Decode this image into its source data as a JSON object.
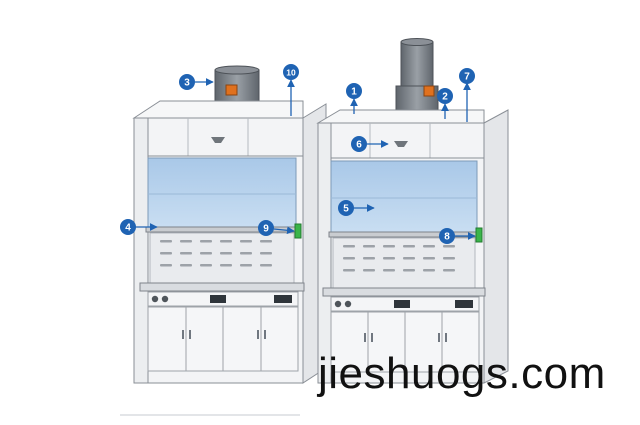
{
  "diagram": {
    "hoods": [
      {
        "name": "left-fume-hood",
        "fan_type": "short"
      },
      {
        "name": "right-fume-hood",
        "fan_type": "tall"
      }
    ],
    "callouts": [
      "1",
      "2",
      "3",
      "4",
      "5",
      "6",
      "7",
      "8",
      "9",
      "10"
    ],
    "colors": {
      "callout_fill": "#1f63b3",
      "arrow": "#1f63b3",
      "glass": "#b3d0ec",
      "panel": "#f3f4f6",
      "outline": "#8a8f96",
      "fan_body": "#7d8288",
      "motor": "#e0711e",
      "handle_green": "#3ab54a"
    }
  },
  "watermark": "jieshuogs.com"
}
